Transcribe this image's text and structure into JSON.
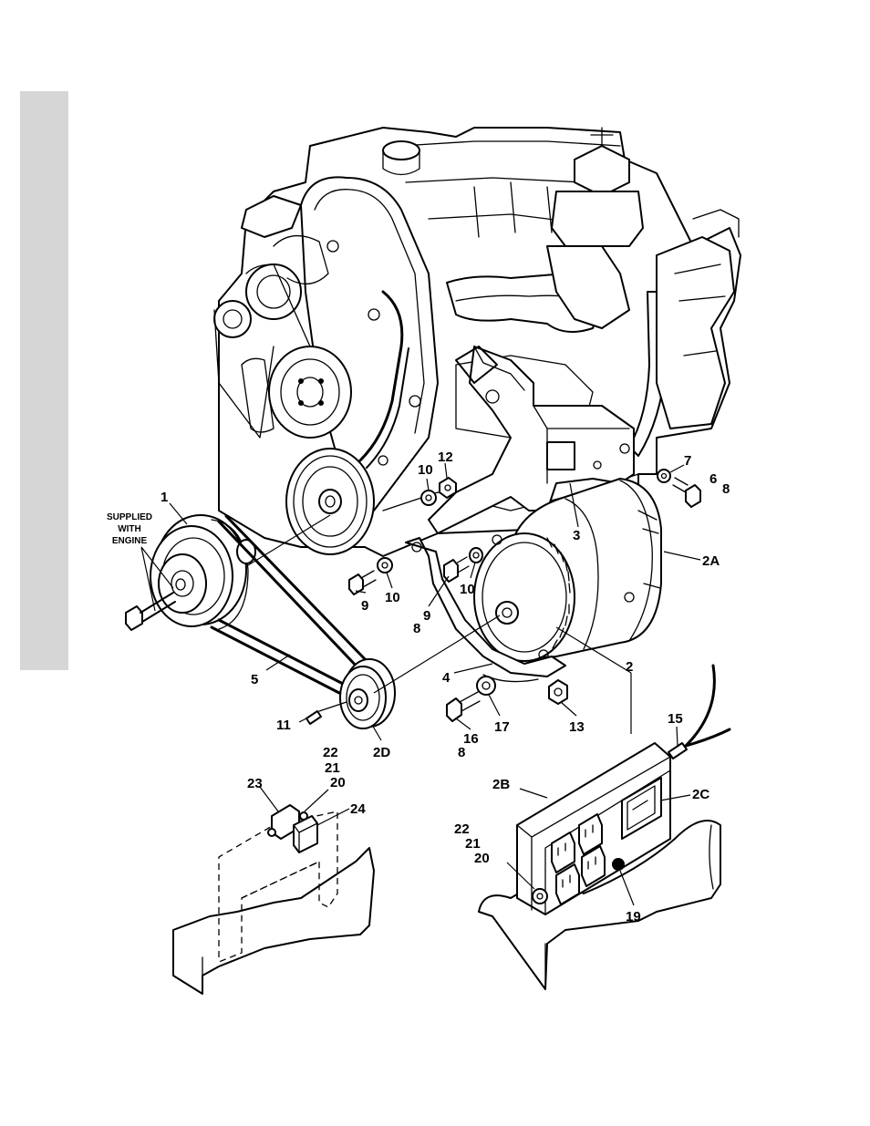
{
  "callouts": {
    "c1": "1",
    "c2": "2",
    "c2a": "2A",
    "c2b": "2B",
    "c2c": "2C",
    "c2d": "2D",
    "c3": "3",
    "c4": "4",
    "c5": "5",
    "c6": "6",
    "c7": "7",
    "c8a": "8",
    "c8b": "8",
    "c8c": "8",
    "c9a": "9",
    "c9b": "9",
    "c10a": "10",
    "c10b": "10",
    "c10c": "10",
    "c11": "11",
    "c12": "12",
    "c13": "13",
    "c15": "15",
    "c16": "16",
    "c17": "17",
    "c19": "19",
    "c20a": "20",
    "c20b": "20",
    "c21a": "21",
    "c21b": "21",
    "c22a": "22",
    "c22b": "22",
    "c23": "23",
    "c24": "24"
  },
  "note": {
    "line1": "SUPPLIED",
    "line2": "WITH",
    "line3": "ENGINE"
  },
  "colors": {
    "sidebar": "#d6d6d6",
    "ink": "#000000",
    "paper": "#ffffff"
  }
}
